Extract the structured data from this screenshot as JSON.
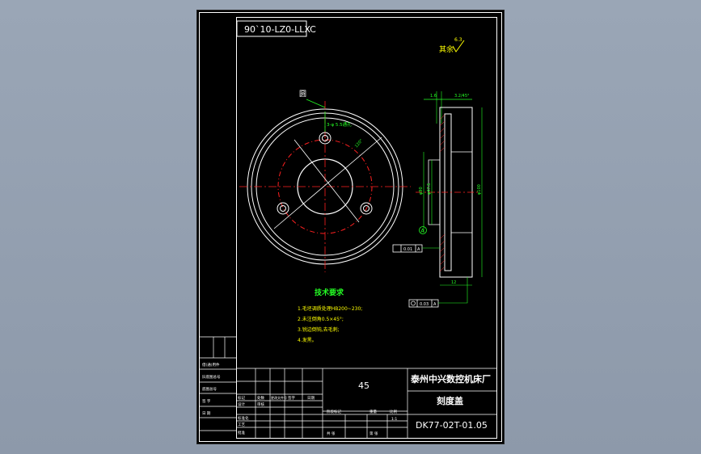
{
  "drawing": {
    "code_rotated": "90`10-LZ0-LLXC",
    "roughness_note": "其余",
    "roughness_value": "6.3",
    "part_label": "圆",
    "hole_note": "3-φ 5.5通孔",
    "tech_title": "技术要求",
    "tech_items": [
      "1.毛坯调质处理HB200~230;",
      "2.未注倒角0.5×45°;",
      "3.锐边倒钝,去毛刺;",
      "4.发黑。"
    ],
    "datum_label": "A",
    "tolerance_1": "0.01",
    "tolerance_2": "0.03",
    "dim_top": "3.2/45°",
    "dim_left": "1.6",
    "dim_bottom": "12",
    "dim_diam_1": "φ90",
    "dim_diam_2": "φ47.5",
    "dim_diam_3": "φ100"
  },
  "title_block": {
    "material": "45",
    "company": "泰州中兴数控机床厂",
    "part_name": "刻度盖",
    "drawing_number": "DK77-02T-01.05",
    "scale": "1:1",
    "left_labels": [
      "借(通)用件",
      "旧底图总号",
      "底图总号",
      "签 字",
      "日 期"
    ],
    "grid_labels": [
      "标记",
      "处数",
      "更改文件号",
      "签字",
      "日期",
      "设计",
      "审核",
      "工艺",
      "标准化",
      "批准"
    ],
    "right_labels": [
      "阶段标记",
      "重量",
      "比例",
      "共 张",
      "第 张"
    ]
  }
}
